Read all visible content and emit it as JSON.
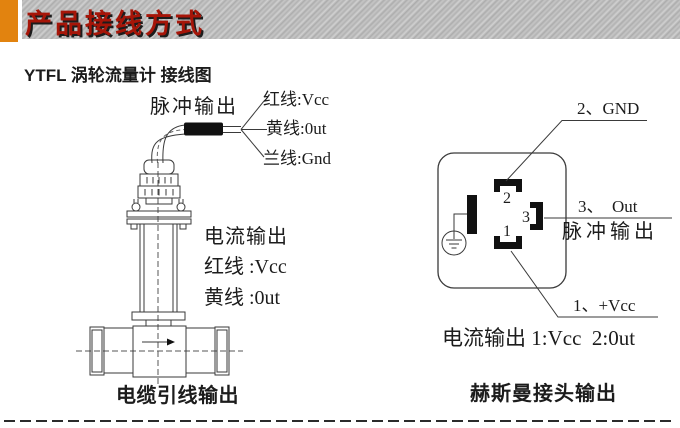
{
  "header": {
    "title": "产品接线方式",
    "accent_color": "#E2830F",
    "title_color": "#A61508"
  },
  "left_diagram": {
    "title": "YTFL 涡轮流量计 接线图",
    "pulse_output_label": "脉冲输出",
    "wire_labels": {
      "red": "红线:Vcc",
      "yellow": "黄线:0ut",
      "blue": "兰线:Gnd"
    },
    "current_output": {
      "title": "电流输出",
      "red": "红线 :Vcc",
      "yellow": "黄线 :0ut"
    },
    "caption": "电缆引线输出"
  },
  "right_diagram": {
    "pin2_callout": "2、GND",
    "pin3_callout": "3、　Out",
    "pin3_sub_label": "脉冲输出",
    "pin1_callout": "1、+Vcc",
    "pin_numbers": {
      "pin1": "1",
      "pin2": "2",
      "pin3": "3"
    },
    "current_output_line": "电流输出 1:Vcc  2:0ut",
    "caption": "赫斯曼接头输出"
  },
  "icons": {
    "ground": "earth-ground-symbol",
    "flow_arrow": "flow-direction-arrow"
  }
}
